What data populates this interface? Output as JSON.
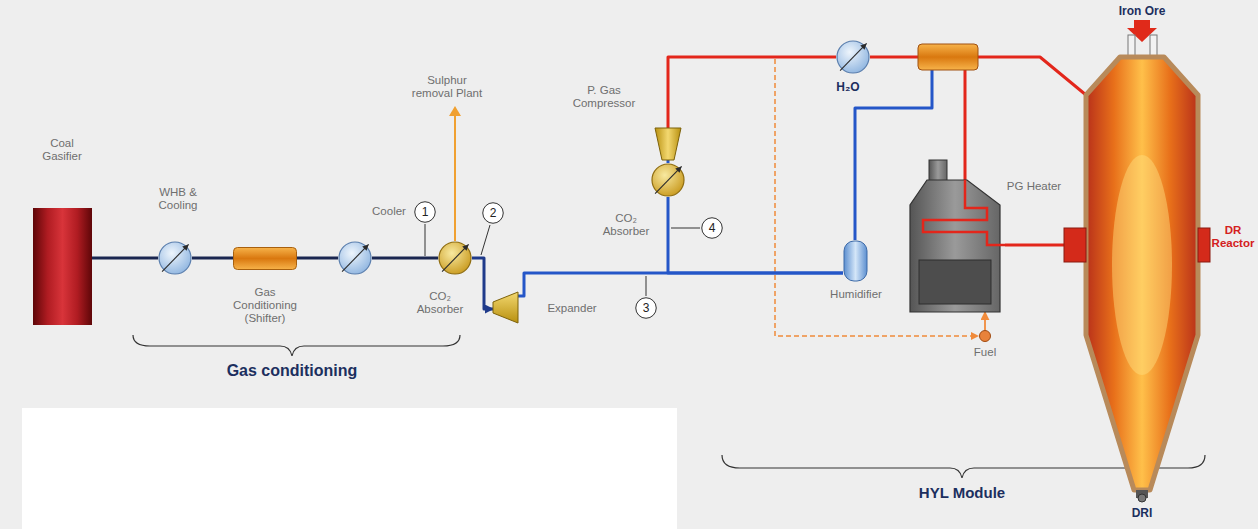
{
  "diagram": {
    "nodes": [
      {
        "text": [
          "Coal Gasifier"
        ]
      },
      {
        "text": [
          "WHB & Cooling"
        ]
      },
      {
        "text": [
          "Gas Conditioning (Shifter)"
        ]
      },
      {
        "text": [
          "Cooler"
        ]
      },
      {
        "text": [
          "1"
        ]
      },
      {
        "text": [
          "CO₂ Absorber"
        ]
      },
      {
        "text": [
          "2"
        ]
      },
      {
        "text": [
          "P. Gas Compressor"
        ]
      },
      {
        "text": [
          "CO₂ Absorber"
        ]
      },
      {
        "text": [
          "4"
        ]
      },
      {
        "text": [
          "Expander"
        ]
      },
      {
        "text": [
          "3"
        ]
      },
      {
        "text": [
          "H₂O"
        ]
      },
      {
        "text": [
          "Humidifier"
        ]
      },
      {
        "text": [
          "PG Heater"
        ]
      },
      {
        "text": [
          "Fuel"
        ]
      },
      {
        "text": [
          "DR Reactor"
        ]
      }
    ],
    "edges": [
      {
        "from": 0,
        "to": 1,
        "arrow": "none"
      },
      {
        "from": 1,
        "to": 2,
        "arrow": "none"
      },
      {
        "from": 2,
        "to": 3,
        "arrow": "none"
      },
      {
        "from": 3,
        "to": 5,
        "arrow": "none"
      },
      {
        "from": 5,
        "to": 10,
        "arrow": "to"
      },
      {
        "from": 10,
        "to": 13,
        "arrow": "none"
      },
      {
        "from": 7,
        "to": 8,
        "arrow": "none"
      },
      {
        "from": 8,
        "to": 13,
        "arrow": "none"
      },
      {
        "from": 12,
        "to": 7,
        "arrow": "none"
      },
      {
        "from": 15,
        "to": 14,
        "arrow": "to"
      },
      {
        "from": 14,
        "to": 16,
        "arrow": "none"
      }
    ],
    "labels": [
      "Sulphur removal Plant",
      "Iron Ore",
      "DRI",
      "Gas conditioning",
      "HYL Module"
    ]
  }
}
